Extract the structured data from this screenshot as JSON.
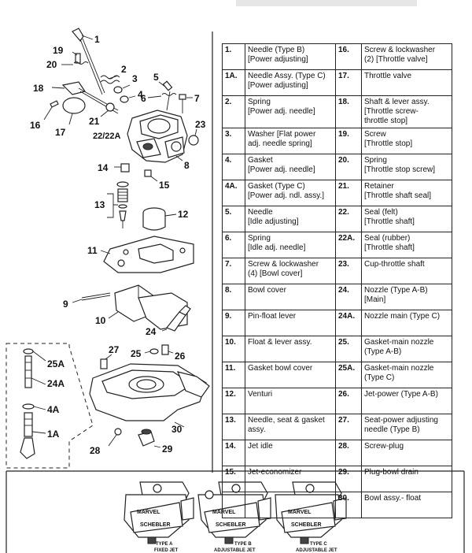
{
  "header_text": "",
  "callouts": {
    "c1": "1",
    "c2": "2",
    "c3": "3",
    "c4": "4",
    "c5": "5",
    "c6": "6",
    "c7": "7",
    "c8": "8",
    "c9": "9",
    "c10": "10",
    "c11": "11",
    "c12": "12",
    "c13": "13",
    "c14": "14",
    "c15": "15",
    "c16": "16",
    "c17": "17",
    "c18": "18",
    "c19": "19",
    "c20": "20",
    "c21": "21",
    "c22": "22/22A",
    "c23": "23",
    "c24": "24",
    "c25": "25",
    "c26": "26",
    "c27": "27",
    "c28": "28",
    "c29": "29",
    "c30": "30",
    "c25A": "25A",
    "c24A": "24A",
    "c4A": "4A",
    "c1A": "1A"
  },
  "parts_table": [
    {
      "left_code": "1.",
      "left_desc": "Needle (Type B)\n[Power adjusting]",
      "right_code": "16.",
      "right_desc": "Screw & lockwasher\n(2) [Throttle valve]"
    },
    {
      "left_code": "1A.",
      "left_desc": "Needle Assy. (Type C)\n[Power adjusting]",
      "right_code": "17.",
      "right_desc": "Throttle valve"
    },
    {
      "left_code": "2.",
      "left_desc": "Spring\n[Power adj. needle]",
      "right_code": "18.",
      "right_desc": "Shaft & lever assy.\n[Throttle screw-\nthrottle stop]"
    },
    {
      "left_code": "3.",
      "left_desc": "Washer [Flat power\nadj. needle spring]",
      "right_code": "19.",
      "right_desc": "Screw\n[Throttle stop]"
    },
    {
      "left_code": "4.",
      "left_desc": "Gasket\n[Power adj. needle]",
      "right_code": "20.",
      "right_desc": "Spring\n[Throttle stop screw]"
    },
    {
      "left_code": "4A.",
      "left_desc": "Gasket (Type C)\n[Power adj. ndl. assy.]",
      "right_code": "21.",
      "right_desc": "Retainer\n[Throttle shaft seal]"
    },
    {
      "left_code": "5.",
      "left_desc": "Needle\n[Idle adjusting]",
      "right_code": "22.",
      "right_desc": "Seal (felt)\n[Throttle shaft]"
    },
    {
      "left_code": "6.",
      "left_desc": "Spring\n[Idle adj. needle]",
      "right_code": "22A.",
      "right_desc": "Seal (rubber)\n[Throttle shaft]"
    },
    {
      "left_code": "7.",
      "left_desc": "Screw & lockwasher\n(4) [Bowl cover]",
      "right_code": "23.",
      "right_desc": "Cup-throttle shaft"
    },
    {
      "left_code": "8.",
      "left_desc": "Bowl cover",
      "right_code": "24.",
      "right_desc": "Nozzle (Type A-B)\n[Main]"
    },
    {
      "left_code": "9.",
      "left_desc": "Pin-float lever",
      "right_code": "24A.",
      "right_desc": "Nozzle main (Type C)"
    },
    {
      "left_code": "10.",
      "left_desc": "Float & lever assy.",
      "right_code": "25.",
      "right_desc": "Gasket-main nozzle\n(Type A-B)"
    },
    {
      "left_code": "11.",
      "left_desc": "Gasket bowl cover",
      "right_code": "25A.",
      "right_desc": "Gasket-main nozzle\n(Type C)"
    },
    {
      "left_code": "12.",
      "left_desc": "Venturi",
      "right_code": "26.",
      "right_desc": "Jet-power (Type A-B)"
    },
    {
      "left_code": "13.",
      "left_desc": "Needle, seat & gasket\nassy.",
      "right_code": "27.",
      "right_desc": "Seat-power adjusting\nneedle (Type B)"
    },
    {
      "left_code": "14.",
      "left_desc": "Jet idle",
      "right_code": "28.",
      "right_desc": "Screw-plug"
    },
    {
      "left_code": "15.",
      "left_desc": "Jet-economizer",
      "right_code": "29.",
      "right_desc": "Plug-bowl drain"
    },
    {
      "left_code": "",
      "left_desc": "",
      "right_code": "30.",
      "right_desc": "Bowl assy.- float"
    }
  ],
  "carb_types": [
    {
      "brand_top": "MARVEL",
      "brand_bottom": "SCHEBLER",
      "type_line": "TYPE A",
      "jet_line": "FIXED JET"
    },
    {
      "brand_top": "MARVEL",
      "brand_bottom": "SCHEBLER",
      "type_line": "TYPE B",
      "jet_line": "ADJUSTABLE JET"
    },
    {
      "brand_top": "MARVEL",
      "brand_bottom": "SCHEBLER",
      "type_line": "TYPE C",
      "jet_line": "ADJUSTABLE JET"
    }
  ]
}
